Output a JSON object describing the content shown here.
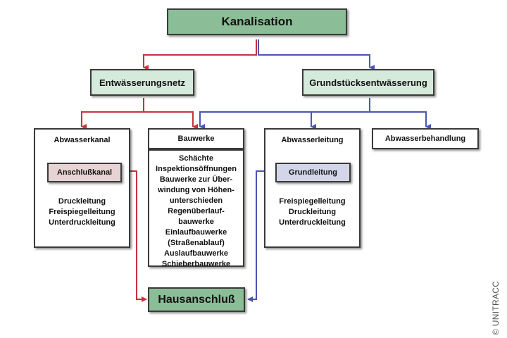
{
  "title": "Kanalisation",
  "level2": {
    "left": "Entwässerungsnetz",
    "right": "Grundstücksentwässerung"
  },
  "abwasserkanal": {
    "title": "Abwasserkanal",
    "sub": "Anschlußkanal",
    "items": [
      "Druckleitung",
      "Freispiegelleitung",
      "Unterdruckleitung"
    ]
  },
  "bauwerke": {
    "title": "Bauwerke",
    "items": [
      "Schächte",
      "Inspektionsöffnungen",
      "Bauwerke zur Über-",
      "windung von Höhen-",
      "unterschieden",
      "Regenüberlauf-",
      "bauwerke",
      "Einlaufbauwerke",
      "(Straßenablauf)",
      "Auslaufbauwerke",
      "Schieberbauwerke"
    ]
  },
  "abwasserleitung": {
    "title": "Abwasserleitung",
    "sub": "Grundleitung",
    "items": [
      "Freispiegelleitung",
      "Druckleitung",
      "Unterdruckleitung"
    ]
  },
  "abwasserbehandlung": {
    "title": "Abwasserbehandlung"
  },
  "hausanschluss": "Hausanschluß",
  "copyright": "© UNITRACC",
  "colors": {
    "red_line": "#c8323c",
    "blue_line": "#4a55b5"
  }
}
